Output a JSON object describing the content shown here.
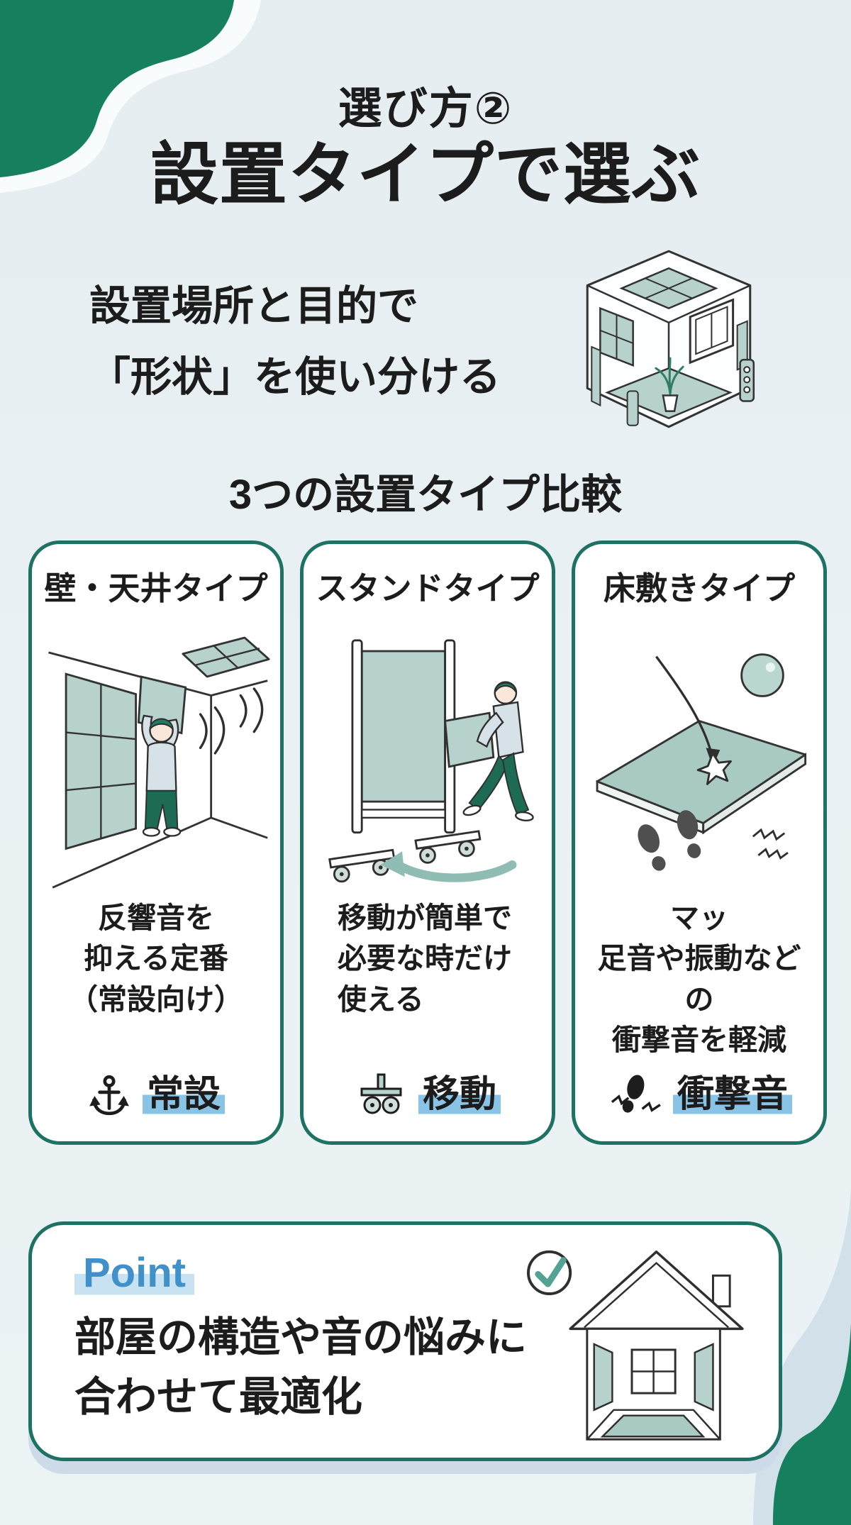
{
  "header": {
    "title_small": "選び方②",
    "title_main": "設置タイプで選ぶ",
    "subtitle_line1": "設置場所と目的で",
    "subtitle_line2": "「形状」を使い分ける",
    "section_title": "3つの設置タイプ比較"
  },
  "cards": [
    {
      "header": "壁・天井タイプ",
      "body_lines": [
        "反響音を",
        "抑える定番",
        "（常設向け）"
      ],
      "tag_label": "常設",
      "tag_icon": "anchor-icon",
      "illustration": "wall-ceiling-panel-install"
    },
    {
      "header": "スタンドタイプ",
      "body_lines": [
        "移動が簡単で",
        "必要な時だけ",
        "使える"
      ],
      "tag_label": "移動",
      "tag_icon": "caster-cart-icon",
      "illustration": "rolling-stand-panel-move"
    },
    {
      "header": "床敷きタイプ",
      "body_lines": [
        "マッ",
        "足音や振動などの",
        "衝撃音を軽減"
      ],
      "tag_label": "衝撃音",
      "tag_icon": "footprint-icon",
      "illustration": "floor-mat-ball-bounce"
    }
  ],
  "point": {
    "label": "Point",
    "body_line1": "部屋の構造や音の悩みに",
    "body_line2": "合わせて最適化"
  },
  "colors": {
    "background": "#e9f1f4",
    "blob_green": "#16805e",
    "card_border": "#1e7264",
    "panel_teal": "#b7d2cc",
    "tag_underline": "#89c3e6",
    "point_blue": "#4090c9",
    "point_highlight": "#c9e2f2",
    "card_shadow": "#ccdbe7",
    "text": "#1c1c1c"
  }
}
